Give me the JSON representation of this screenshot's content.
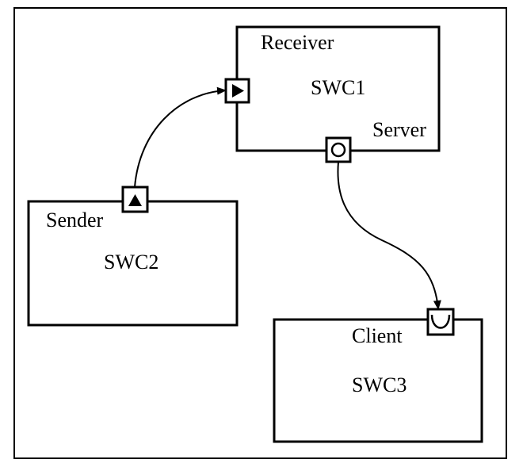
{
  "components": {
    "swc1": {
      "name": "SWC1",
      "role_label": "Receiver",
      "port_label": "Server"
    },
    "swc2": {
      "name": "SWC2",
      "role_label": "Sender"
    },
    "swc3": {
      "name": "SWC3",
      "role_label": "Client"
    }
  },
  "ports": {
    "receiver_port": "receiver-port-icon",
    "sender_port": "sender-port-icon",
    "server_port": "server-port-icon",
    "client_port": "client-port-icon"
  },
  "connections": [
    {
      "from": "swc2.sender_port",
      "to": "swc1.receiver_port",
      "kind": "sender-receiver"
    },
    {
      "from": "swc1.server_port",
      "to": "swc3.client_port",
      "kind": "client-server"
    }
  ],
  "colors": {
    "line": "#000000",
    "background": "#ffffff"
  }
}
